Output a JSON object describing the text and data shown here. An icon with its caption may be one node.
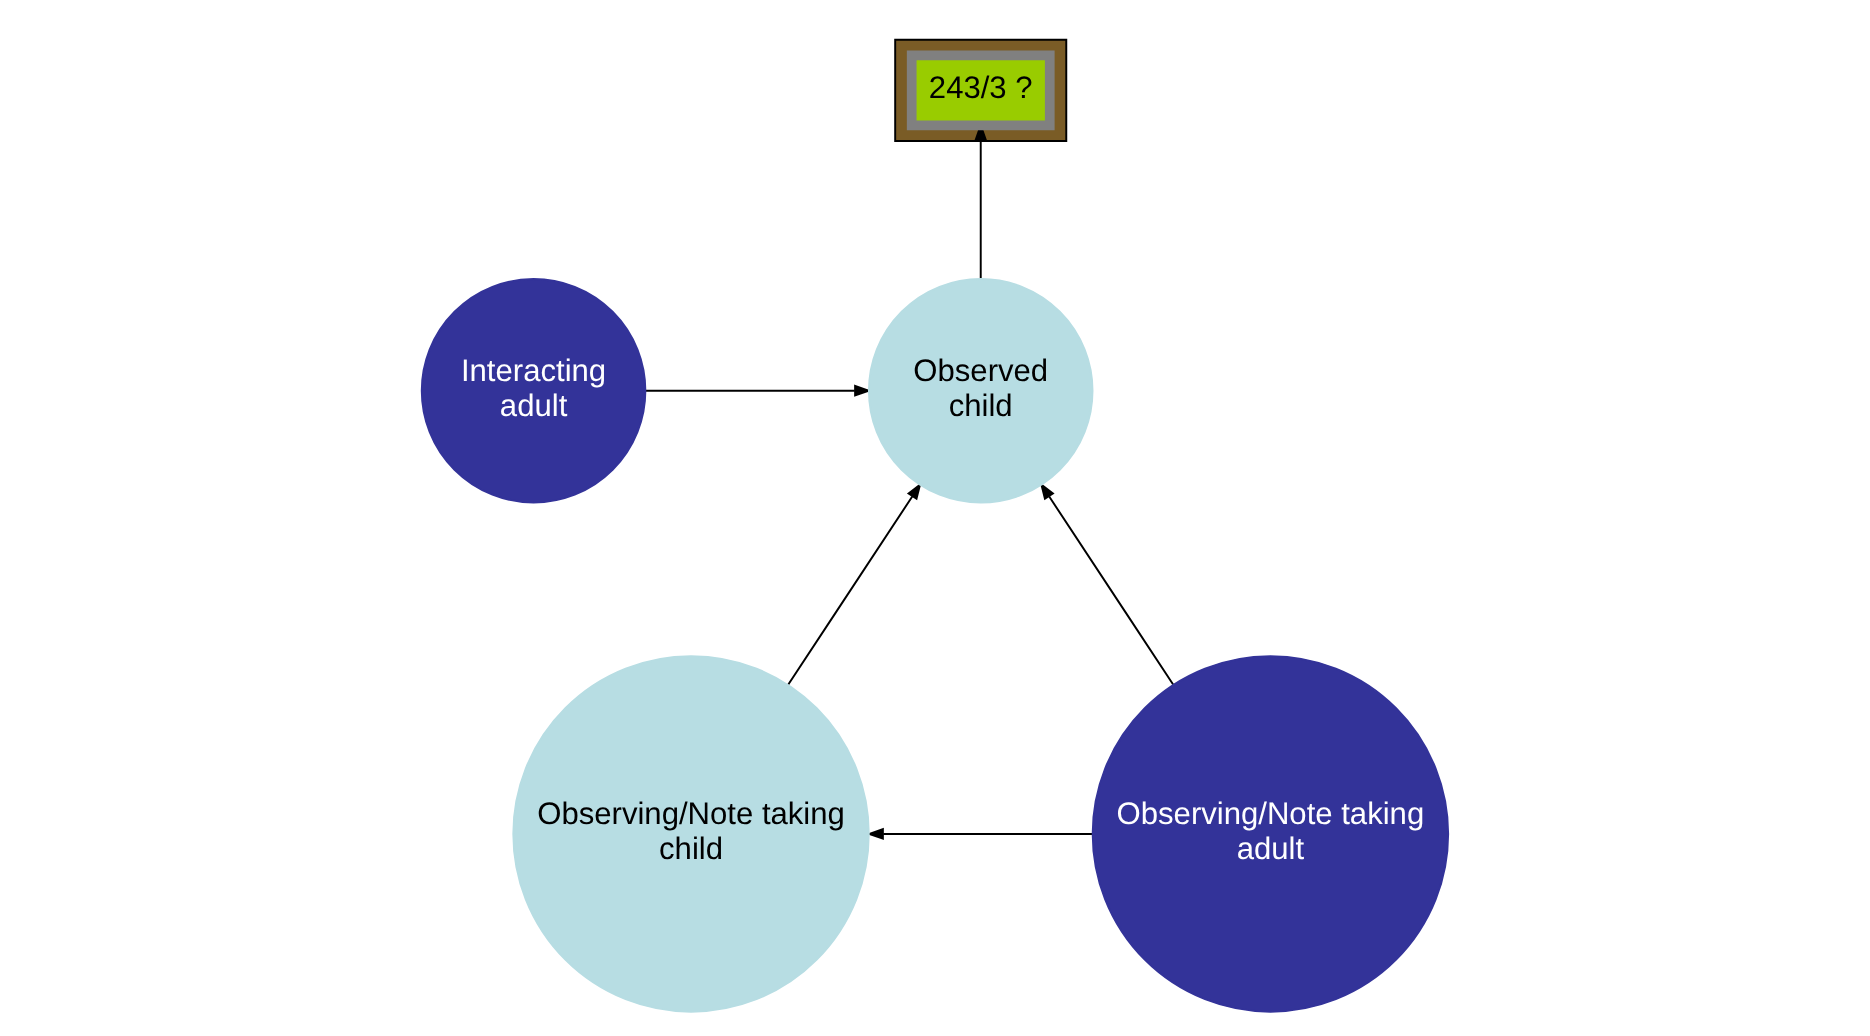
{
  "diagram": {
    "nodes": [
      {
        "text": [],
        "shape": "box"
      },
      {
        "text": [
          "243/3 ?"
        ],
        "in": 0
      },
      {
        "text": [
          "Interacting adult"
        ]
      },
      {
        "text": [
          "Observed child"
        ]
      },
      {
        "text": [
          "Observing/Note taking child"
        ]
      },
      {
        "text": [
          "Observing/Note taking adult"
        ]
      }
    ],
    "edges": [
      {
        "from": 2,
        "to": 3,
        "arrow": "to"
      },
      {
        "from": 3,
        "to": 1,
        "arrow": "to"
      },
      {
        "from": 4,
        "to": 3,
        "arrow": "to"
      },
      {
        "from": 5,
        "to": 3,
        "arrow": "to"
      },
      {
        "from": 5,
        "to": 4,
        "arrow": "to"
      }
    ]
  }
}
